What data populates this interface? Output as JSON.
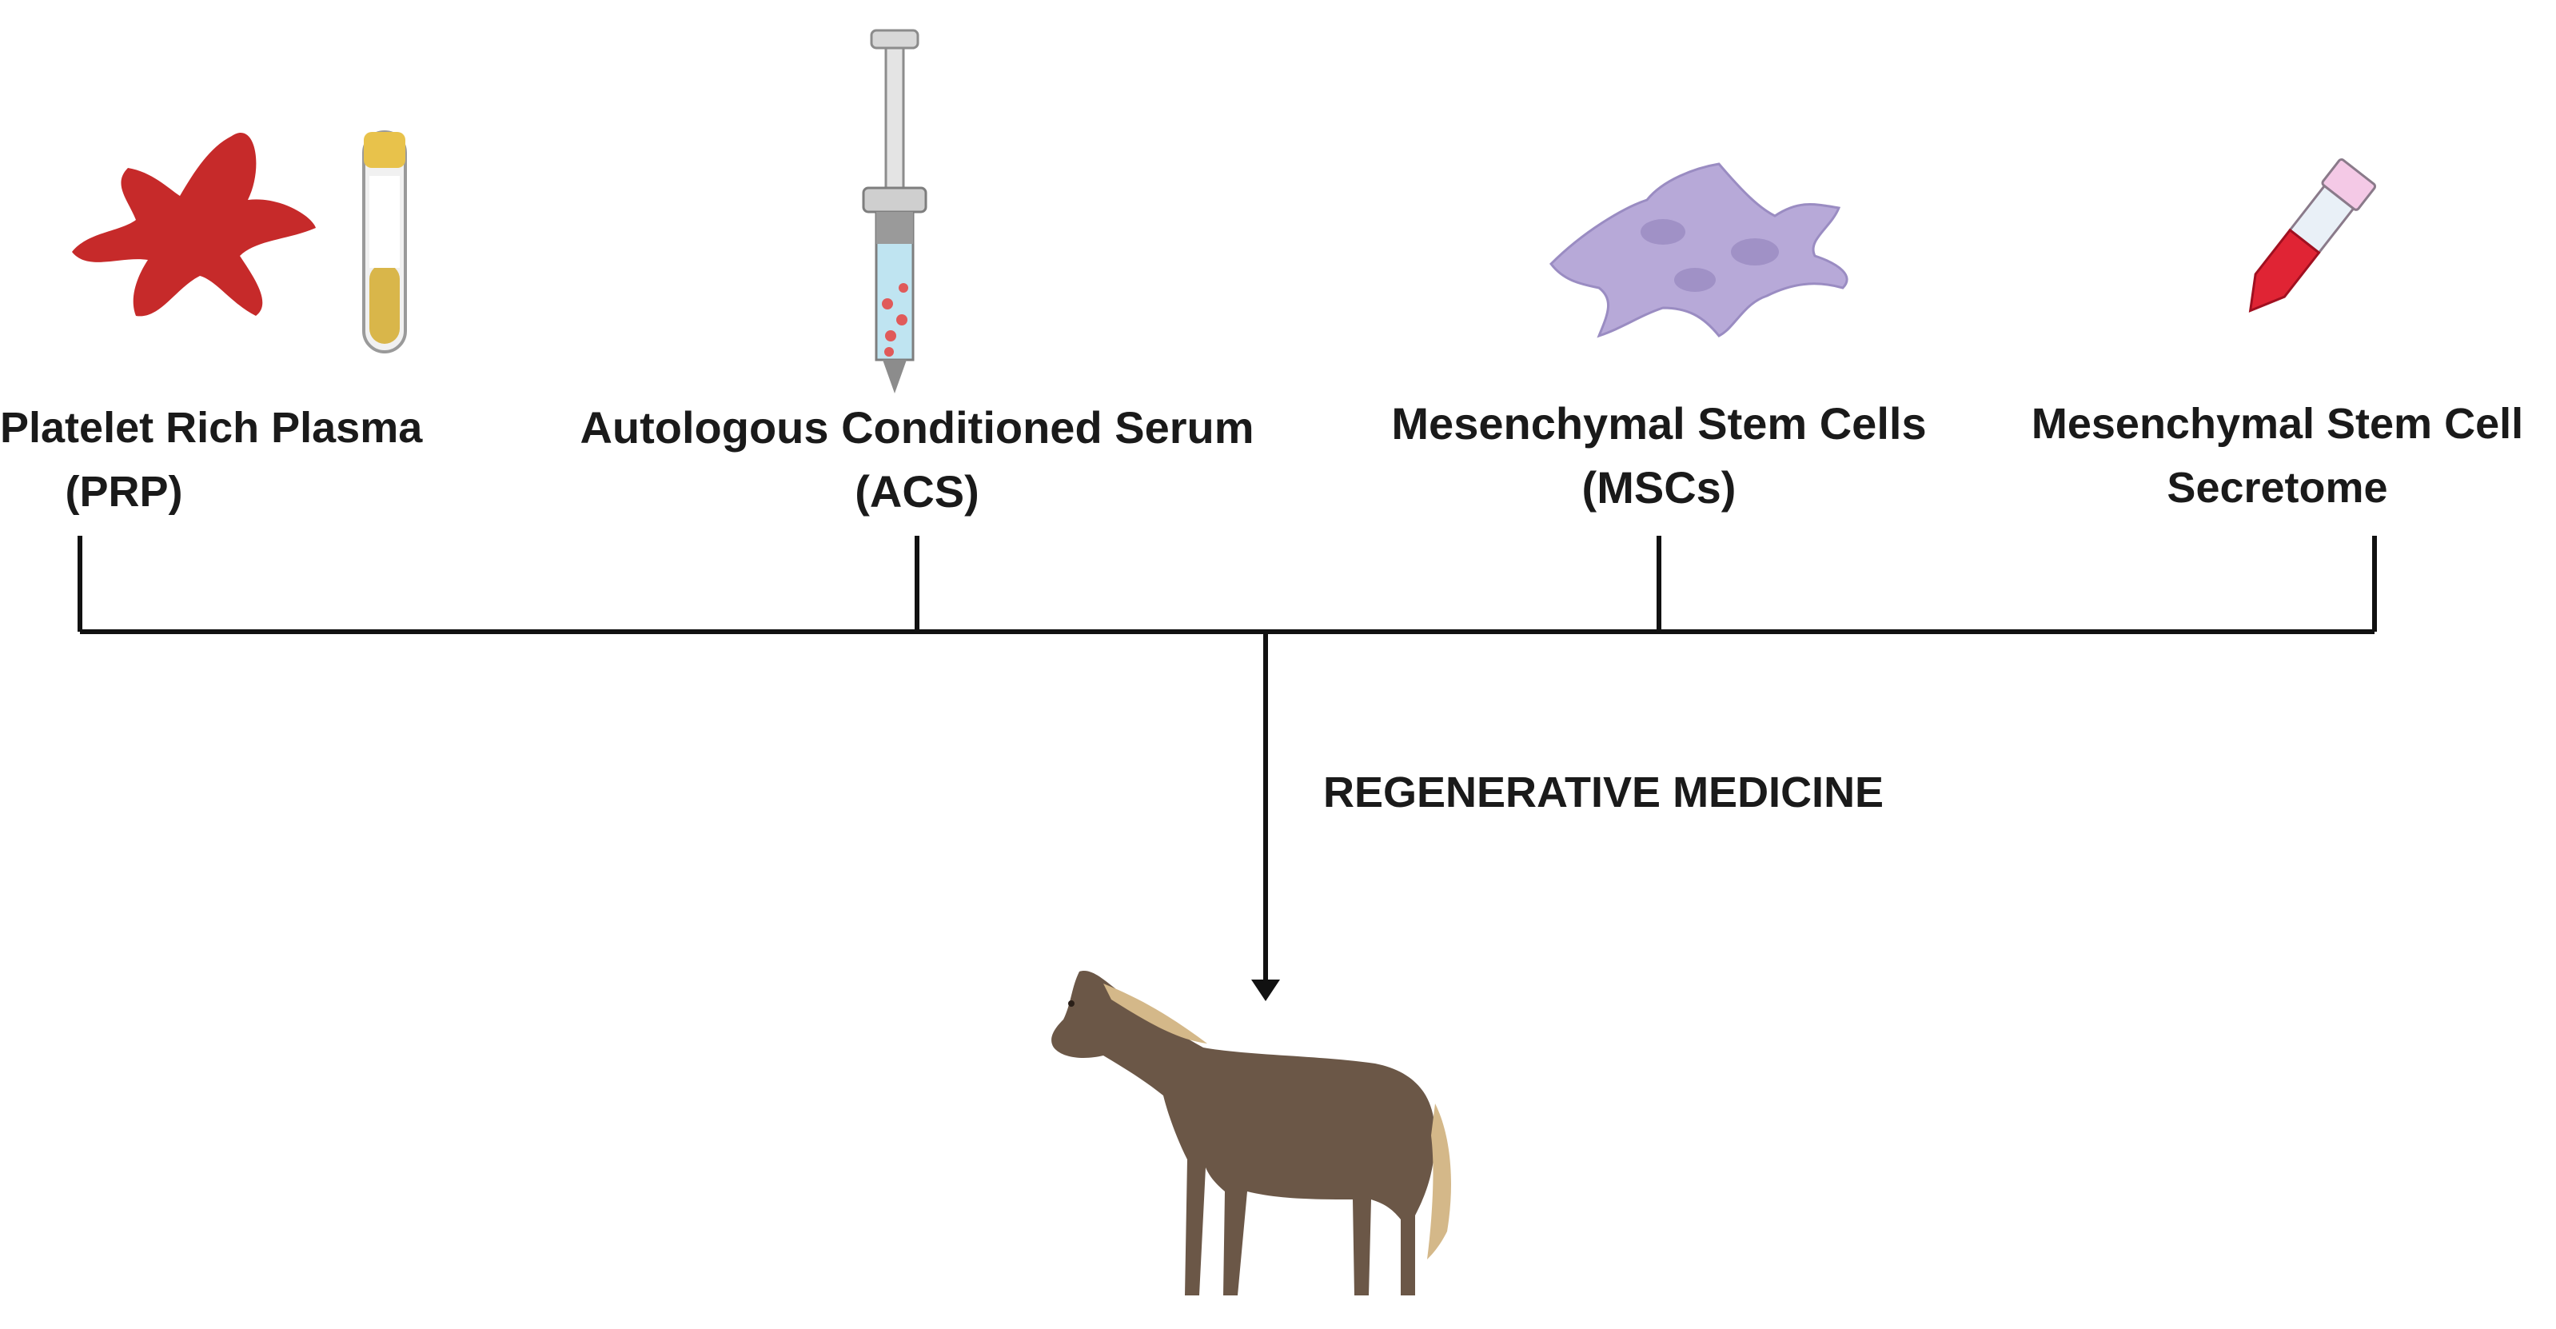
{
  "items": [
    {
      "name": "prp",
      "line1": "Platelet Rich Plasma",
      "line2": "(PRP)",
      "icons": [
        "platelet-icon",
        "plasma-tube-icon"
      ]
    },
    {
      "name": "acs",
      "line1": "Autologous Conditioned Serum",
      "line2": "(ACS)",
      "icons": [
        "syringe-icon"
      ]
    },
    {
      "name": "mscs",
      "line1": "Mesenchymal Stem Cells",
      "line2": "(MSCs)",
      "icons": [
        "stem-cells-icon"
      ]
    },
    {
      "name": "secretome",
      "line1": "Mesenchymal Stem Cell",
      "line2": "Secretome",
      "icons": [
        "vial-icon"
      ]
    }
  ],
  "center_label": "REGENERATIVE MEDICINE",
  "target_icon": "horse-icon",
  "colors": {
    "platelet": "#c62a2a",
    "plasma": "#d9b64a",
    "stem_cell": "#b7a9d8",
    "vial": "#e02434",
    "horse": "#6b5747",
    "lines": "#111111"
  }
}
